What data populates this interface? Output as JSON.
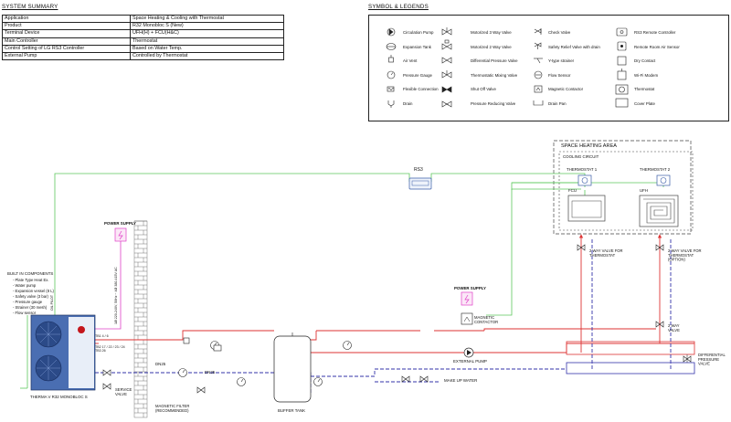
{
  "summary": {
    "title": "SYSTEM SUMMARY",
    "rows": [
      {
        "key": "Application",
        "value": "Space Heating & Cooling with Thermostat"
      },
      {
        "key": "Product",
        "value": "R32 Monobloc S (New)"
      },
      {
        "key": "Terminal Device",
        "value": "UFH(H) + FCU(H&C)"
      },
      {
        "key": "Main Controller",
        "value": "Thermostat"
      },
      {
        "key": "Control Setting of LG RS3 Controller",
        "value": "Based on Water Temp."
      },
      {
        "key": "External Pump",
        "value": "Controlled by Thermostat"
      }
    ]
  },
  "legend": {
    "title": "SYMBOL & LEGENDS",
    "col1": [
      "Circulation Pump",
      "Expansion Tank",
      "Air Vent",
      "Pressure Gauge",
      "Flexible Connection",
      "Drain"
    ],
    "col2": [
      "Motorized 3 Way Valve",
      "Motorized 2 Way Valve",
      "Differential Pressure Valve",
      "Thermostatic Mixing Valve",
      "Shut Off Valve",
      "Pressure Reducing Valve"
    ],
    "col3": [
      "Check Valve",
      "Safety Relief Valve with drain",
      "Y-type strainer",
      "Flow Sensor",
      "Magnetic Contactor",
      "Drain Pan"
    ],
    "col4": [
      "RS3 Remote Controller",
      "Remote Room Air Sensor",
      "Dry Contact",
      "Wi-Fi Modem",
      "Thermostat",
      "Cover Plate"
    ]
  },
  "diagram": {
    "space_heating_area": "SPACE HEATING AREA",
    "cooling_circuit": "COOLING CIRCUIT",
    "thermostat1": "THERMOSTAT 1",
    "thermostat2": "THERMOSTAT 2",
    "fcu": "FCU",
    "uhf": "UFH",
    "rs3": "RS3",
    "power_supply_1": "POWER SUPPLY",
    "power_supply_2": "POWER SUPPLY",
    "magnetic_contactor": "MAGNETIC\nCONTACTOR",
    "two_way_valve_thermostat": "2 WAY VALVE FOR\nTHERMOSTAT",
    "two_way_valve_thermostat_option": "2 WAY VALVE FOR\nTHERMOSTAT\n(OPTION)",
    "two_way_valve": "2 WAY\nVALVE",
    "differential_pressure_valve": "DIFFERENTIAL\nPRESSURE\nVALVE",
    "external_pump": "EXTERNAL PUMP",
    "make_up_water": "MAKE UP WATER",
    "buffer_tank": "BUFFER TANK",
    "magnetic_filter": "MAGNETIC FILTER\n(RECOMMENDED)",
    "service_valve": "SERVICE\nVALVE",
    "dn25_a": "DN25",
    "dn25_b": "DN25",
    "unit_name": "THERMA V R32 MONOBLOC S",
    "built_in_title": "BUILT IN COMPONENTS",
    "built_in_items": [
      "- Plate Type Heat Ex.",
      "- Water pump",
      "- Expansion vessel (8 L)",
      "- Safety valve (3 bar)",
      "- Pressure gauge",
      "- Strainer (30 mesh)",
      "- Flow sensor"
    ],
    "oil_pilot": "OIL PILOT",
    "supply_spec": "1Ø 220-240V, 50Hz ~ 4Ø 380-415V AC",
    "terminal_a": "TB1 4 / 6",
    "terminal_b": "TB2 17 / 22 / 23 / 24\nTB3 26"
  }
}
